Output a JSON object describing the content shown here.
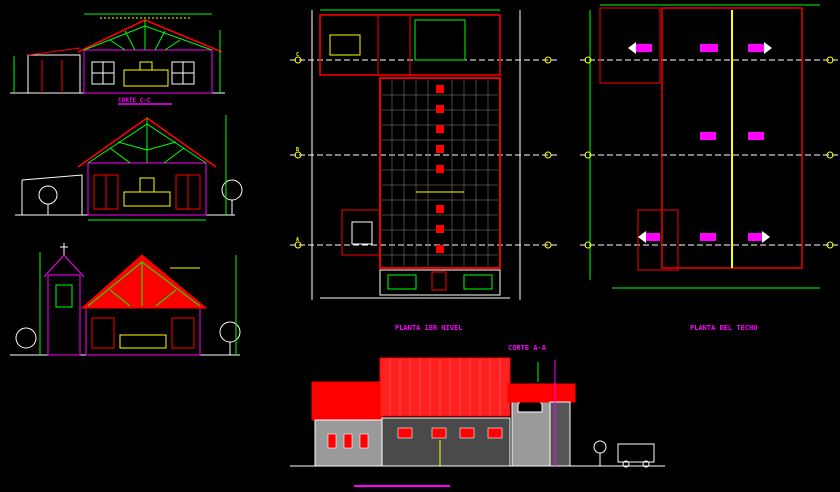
{
  "drawing": {
    "background": "#000000",
    "colors": {
      "wall": "#ff0000",
      "line": "#ffffff",
      "dim": "#00ff00",
      "annot": "#ffff00",
      "roof": "#ff0000",
      "accent": "#ff00ff",
      "aux": "#00ffff",
      "stone": "#b0b0b0",
      "axis": "#ffff00"
    },
    "labels": {
      "corte_cc": "CORTE C-C",
      "corte_aa": "CORTE A-A",
      "planta_1er": "PLANTA 1ER NIVEL",
      "planta_techo": "PLANTA DEL TECHO"
    },
    "axis_markers": [
      "C",
      "B",
      "A"
    ]
  }
}
